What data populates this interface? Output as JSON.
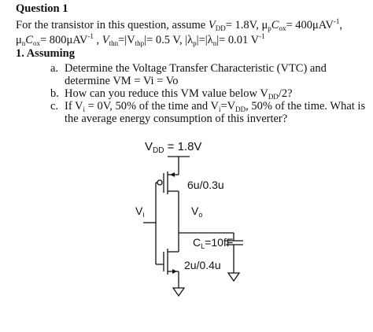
{
  "question": {
    "heading": "Question 1",
    "intro": {
      "lead": "For the transistor in this question, assume ",
      "vdd_symbol": "V",
      "vdd_sub": "DD",
      "vdd_value": "= 1.8V, ",
      "mup_symbol": "μ",
      "mup_sub": "p",
      "cox_symbol": "C",
      "cox_sub": "ox",
      "mup_value": "= 400μAV",
      "mup_exp": "-1",
      "mup_tail": ","
    },
    "params_line": {
      "mun_symbol": "μ",
      "mun_sub": "n",
      "cox_symbol": "C",
      "cox_sub": "ox",
      "mun_value": "= 800μAV",
      "mun_exp": "-1",
      "sep1": " , ",
      "vthn_symbol": "V",
      "vthn_sub": "thn",
      "vthp_eq": "=|V",
      "vthp_sub": "thp",
      "vth_value": "|= 0.5 V,  |λ",
      "lp_sub": "p",
      "ln_eq": "|=|λ",
      "ln_sub": "n",
      "lambda_value": "|= 0.01 V",
      "lambda_exp": "-1"
    },
    "item_1": "1.  Assuming",
    "item_a_label": "a.",
    "item_a_line1": "Determine the Voltage Transfer Characteristic (VTC) and",
    "item_a_line2": "determine VM = Vi = Vo",
    "item_b_label": "b.",
    "item_b_text": "How can you reduce this VM value below V",
    "item_b_sub": "DD",
    "item_b_tail": "/2?",
    "item_c_label": "c.",
    "item_c_line1_a": "If V",
    "item_c_line1_sub1": "i",
    "item_c_line1_b": " = 0V, 50% of the time and V",
    "item_c_line1_sub2": "i",
    "item_c_line1_c": "=V",
    "item_c_line1_sub3": "DD",
    "item_c_line1_d": ", 50% of the time. What is",
    "item_c_line2": "the average energy consumption of this inverter?"
  },
  "circuit": {
    "vdd_label": "V",
    "vdd_sub": "DD",
    "vdd_value": " = 1.8V",
    "pmos_size": "6u/0.3u",
    "input_label": "V",
    "input_sub": "i",
    "output_label": "V",
    "output_sub": "o",
    "load_cap_label": "C",
    "load_cap_sub": "L",
    "load_cap_value": "=10fF",
    "nmos_size": "2u/0.4u"
  }
}
